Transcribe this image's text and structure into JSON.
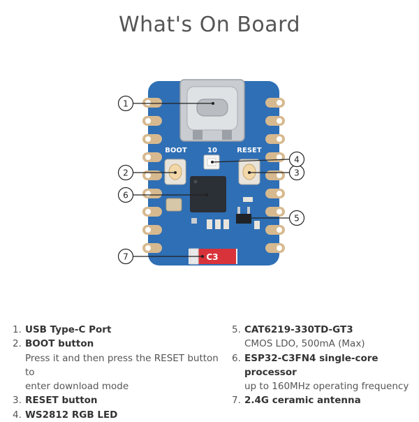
{
  "title": "What's On Board",
  "board": {
    "silkscreen": {
      "boot": "BOOT",
      "io": "10",
      "reset": "RESET",
      "antenna": "C3"
    },
    "callout_numbers": [
      "1",
      "2",
      "3",
      "4",
      "5",
      "6",
      "7"
    ],
    "colors": {
      "pcb": "#2f6fb5",
      "pad": "#d7b98f",
      "connector": "#c9ccd0",
      "chip": "#2b2f36",
      "antenna": "#d8333a"
    }
  },
  "legend": {
    "items": [
      {
        "num": "1.",
        "label": "USB Type-C Port",
        "desc": []
      },
      {
        "num": "2.",
        "label": "BOOT button",
        "desc": [
          "Press it and then press the RESET button to",
          "enter download mode"
        ]
      },
      {
        "num": "3.",
        "label": "RESET button",
        "desc": []
      },
      {
        "num": "4.",
        "label": "WS2812 RGB LED",
        "desc": []
      },
      {
        "num": "5.",
        "label": "CAT6219-330TD-GT3",
        "desc": [
          "CMOS LDO, 500mA (Max)"
        ]
      },
      {
        "num": "6.",
        "label": "ESP32-C3FN4 single-core processor",
        "desc": [
          "up to 160MHz operating frequency"
        ]
      },
      {
        "num": "7.",
        "label": "2.4G ceramic antenna",
        "desc": []
      }
    ]
  }
}
